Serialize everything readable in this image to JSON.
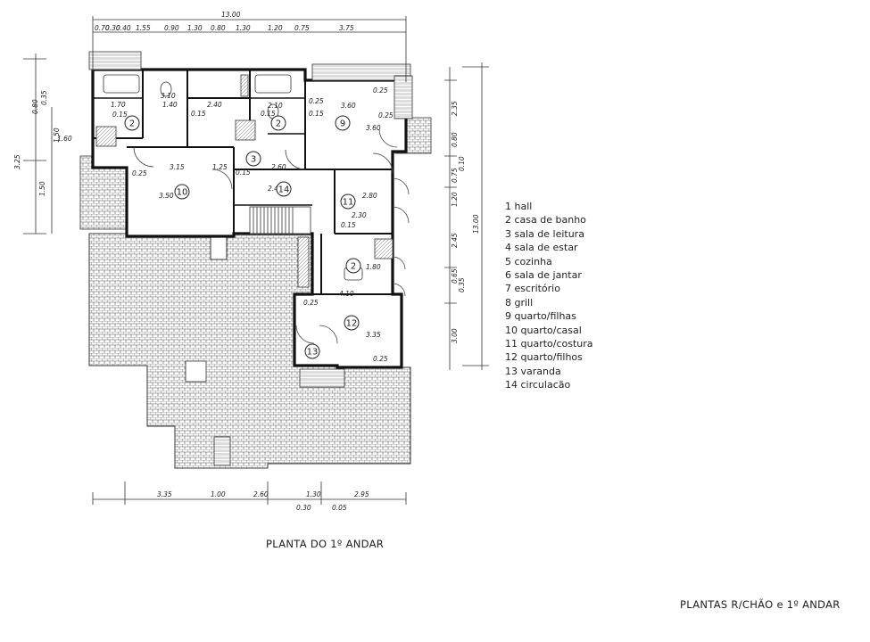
{
  "legend": [
    "1 hall",
    "2 casa de banho",
    "3 sala de leitura",
    "4 sala de estar",
    "5 cozinha",
    "6 sala de jantar",
    "7 escritório",
    "8 grill",
    "9 quarto/filhas",
    "10 quarto/casal",
    "11 quarto/costura",
    "12 quarto/filhos",
    "13 varanda",
    "14 circulacão"
  ],
  "caption_plan": "PLANTA DO 1º ANDAR",
  "caption_sheet": "PLANTAS R/CHÃO e 1º ANDAR",
  "dimensions": {
    "top_total": "13.00",
    "top_chain": [
      "0.70",
      "0.30",
      "0.40",
      "1.55",
      "0.90",
      "1.30",
      "0.80",
      "1.30",
      "1.20",
      "0.75",
      "3.75"
    ],
    "bottom_chain": [
      "3.35",
      "1.00",
      "2.60",
      "1.30",
      "2.95"
    ],
    "bottom_sub": [
      "0.30",
      "0.05"
    ],
    "left_chain": [
      "3.25",
      "1.50",
      "1.50",
      "0.80",
      "0.35"
    ],
    "right_chain": [
      "2.35",
      "0.80",
      "0.10",
      "0.75",
      "1.20",
      "2.45",
      "0.65",
      "0.35",
      "3.00"
    ],
    "right_total": "13.00",
    "interior": [
      "1.70",
      "0.15",
      "3.10",
      "1.40",
      "2.40",
      "0.15",
      "2.10",
      "0.15",
      "3.60",
      "0.25",
      "0.15",
      "3.60",
      "1.60",
      "0.25",
      "3.15",
      "1.25",
      "0.15",
      "2.60",
      "3.50",
      "2.40",
      "2.30",
      "0.15",
      "2.80",
      "1.80",
      "4.10",
      "0.25",
      "3.35",
      "0.25",
      "0.25",
      "0.25"
    ]
  },
  "room_numbers": [
    "2",
    "9",
    "2",
    "3",
    "10",
    "14",
    "11",
    "2",
    "12",
    "13"
  ],
  "colors": {
    "ink": "#222222",
    "paper": "#ffffff"
  }
}
